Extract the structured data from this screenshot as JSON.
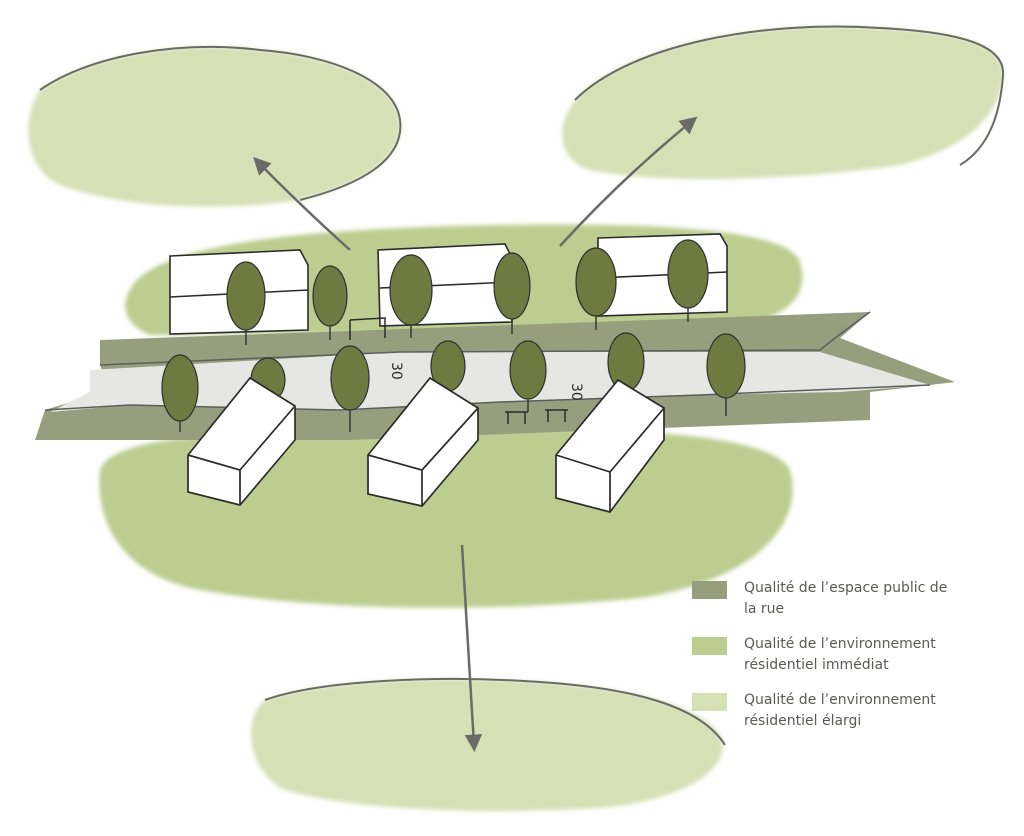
{
  "colors": {
    "street_public_space": "#969e7e",
    "immediate_environment": "#bccd8f",
    "extended_environment": "#d6e0b5",
    "tree_fill": "#6e7a40",
    "road_surface": "#e6e6e2",
    "sketch_stroke": "#5d5f5e"
  },
  "road_markings": [
    "30",
    "30"
  ],
  "legend": [
    {
      "label": "Qualité de l’espace public de\nla rue",
      "color": "#969e7e"
    },
    {
      "label": "Qualité de l’environnement\nrésidentiel immédiat",
      "color": "#bccd8f"
    },
    {
      "label": "Qualité de l’environnement\nrésidentiel élargi",
      "color": "#d6e0b5"
    }
  ]
}
